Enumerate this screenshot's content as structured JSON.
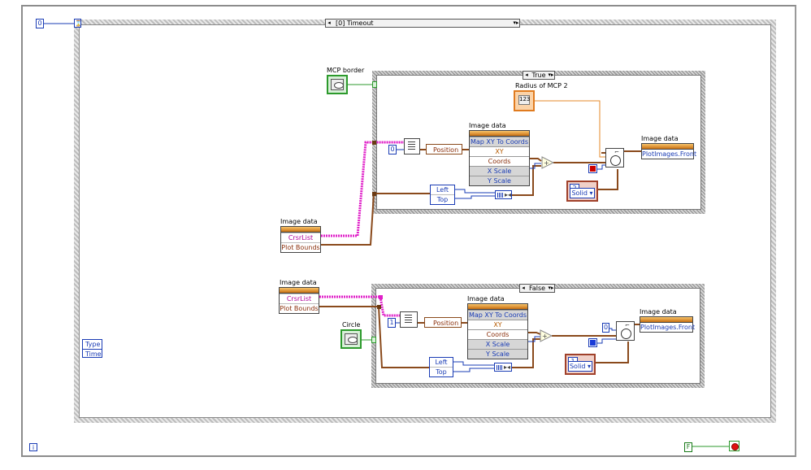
{
  "outer_loop": {
    "iteration_label": "i",
    "stop_const": "F",
    "init_const": "0"
  },
  "event_structure": {
    "selector": "[0] Timeout",
    "event_node_items": [
      "Type",
      "Time"
    ]
  },
  "true_case": {
    "selector": "True",
    "control_label": "MCP border",
    "radius_label": "Radius of MCP 2",
    "radius_value": "123",
    "image_data_label_left": "Image data",
    "image_data_items_left": [
      "CrsrList",
      "Plot Bounds"
    ],
    "const_index": "0",
    "unbundle_label": "Position",
    "pnode_label": "Image data",
    "pnode_items": [
      "Map XY To Coords",
      "XY",
      "Coords",
      "X Scale",
      "Y Scale"
    ],
    "bounds_items": [
      "Left",
      "Top"
    ],
    "line_width_value": "2",
    "line_style_value": "Solid",
    "color_hex": "#cc0000",
    "out_label": "Image data",
    "out_item": "PlotImages.Front"
  },
  "false_case": {
    "selector": "False",
    "control_label": "Circle",
    "image_data_label_left": "Image data",
    "image_data_items_left": [
      "CrsrList",
      "Plot Bounds"
    ],
    "const_index": "1",
    "unbundle_label": "Position",
    "pnode_label": "Image data",
    "pnode_items": [
      "Map XY To Coords",
      "XY",
      "Coords",
      "X Scale",
      "Y Scale"
    ],
    "bounds_items": [
      "Left",
      "Top"
    ],
    "const_zero": "0",
    "line_width_value": "1",
    "line_style_value": "Solid",
    "color_hex": "#1a3cd8",
    "out_label": "Image data",
    "out_item": "PlotImages.Front"
  },
  "colors": {
    "wire_brown": "#8a4a1c",
    "wire_pink": "#e020c8",
    "wire_blue": "#1a3cb5",
    "wire_orange": "#e58a2a",
    "wire_green": "#2c9a2c"
  }
}
